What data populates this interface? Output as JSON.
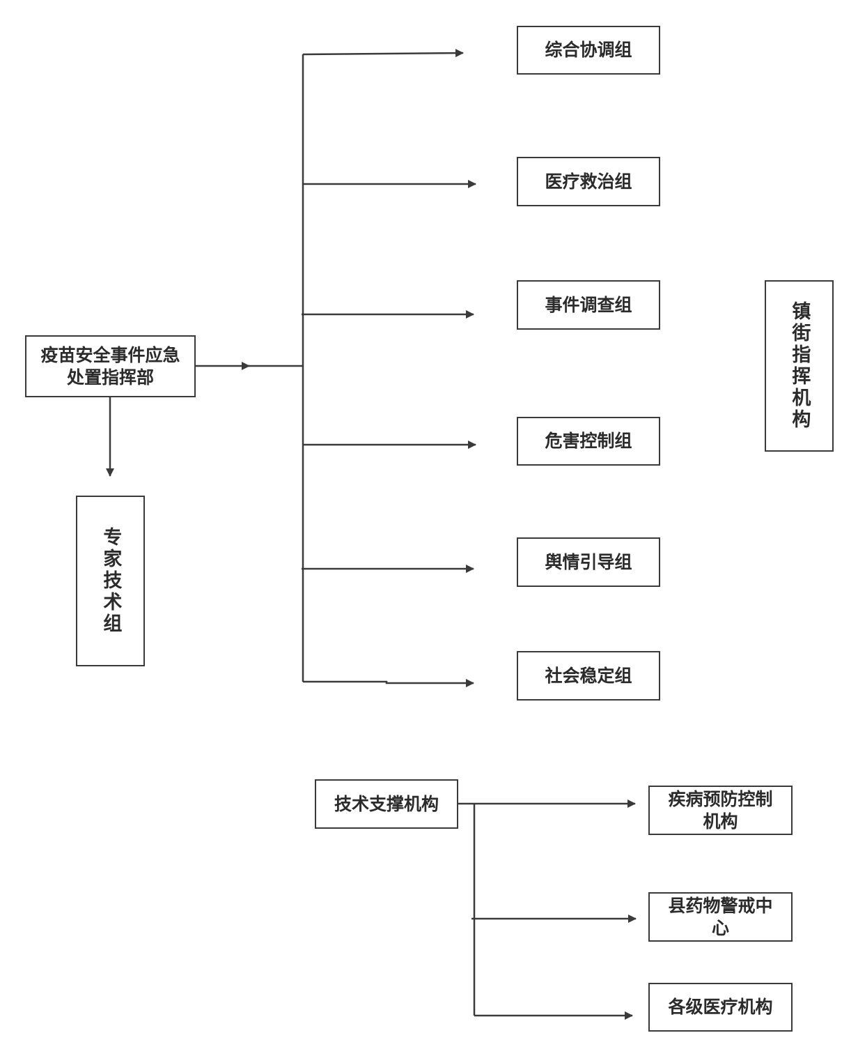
{
  "diagram": {
    "command_hq": "疫苗安全事件应急处置指挥部",
    "expert_group": "专家技术组",
    "groups": [
      "综合协调组",
      "医疗救治组",
      "事件调查组",
      "危害控制组",
      "舆情引导组",
      "社会稳定组"
    ],
    "town_agency": "镇街指挥机构",
    "tech_support": "技术支撑机构",
    "support_units": [
      "疾病预防控制机构",
      "县药物警戒中心",
      "各级医疗机构"
    ]
  },
  "colors": {
    "line": "#3a3a3a",
    "text": "#2b2b2b"
  }
}
